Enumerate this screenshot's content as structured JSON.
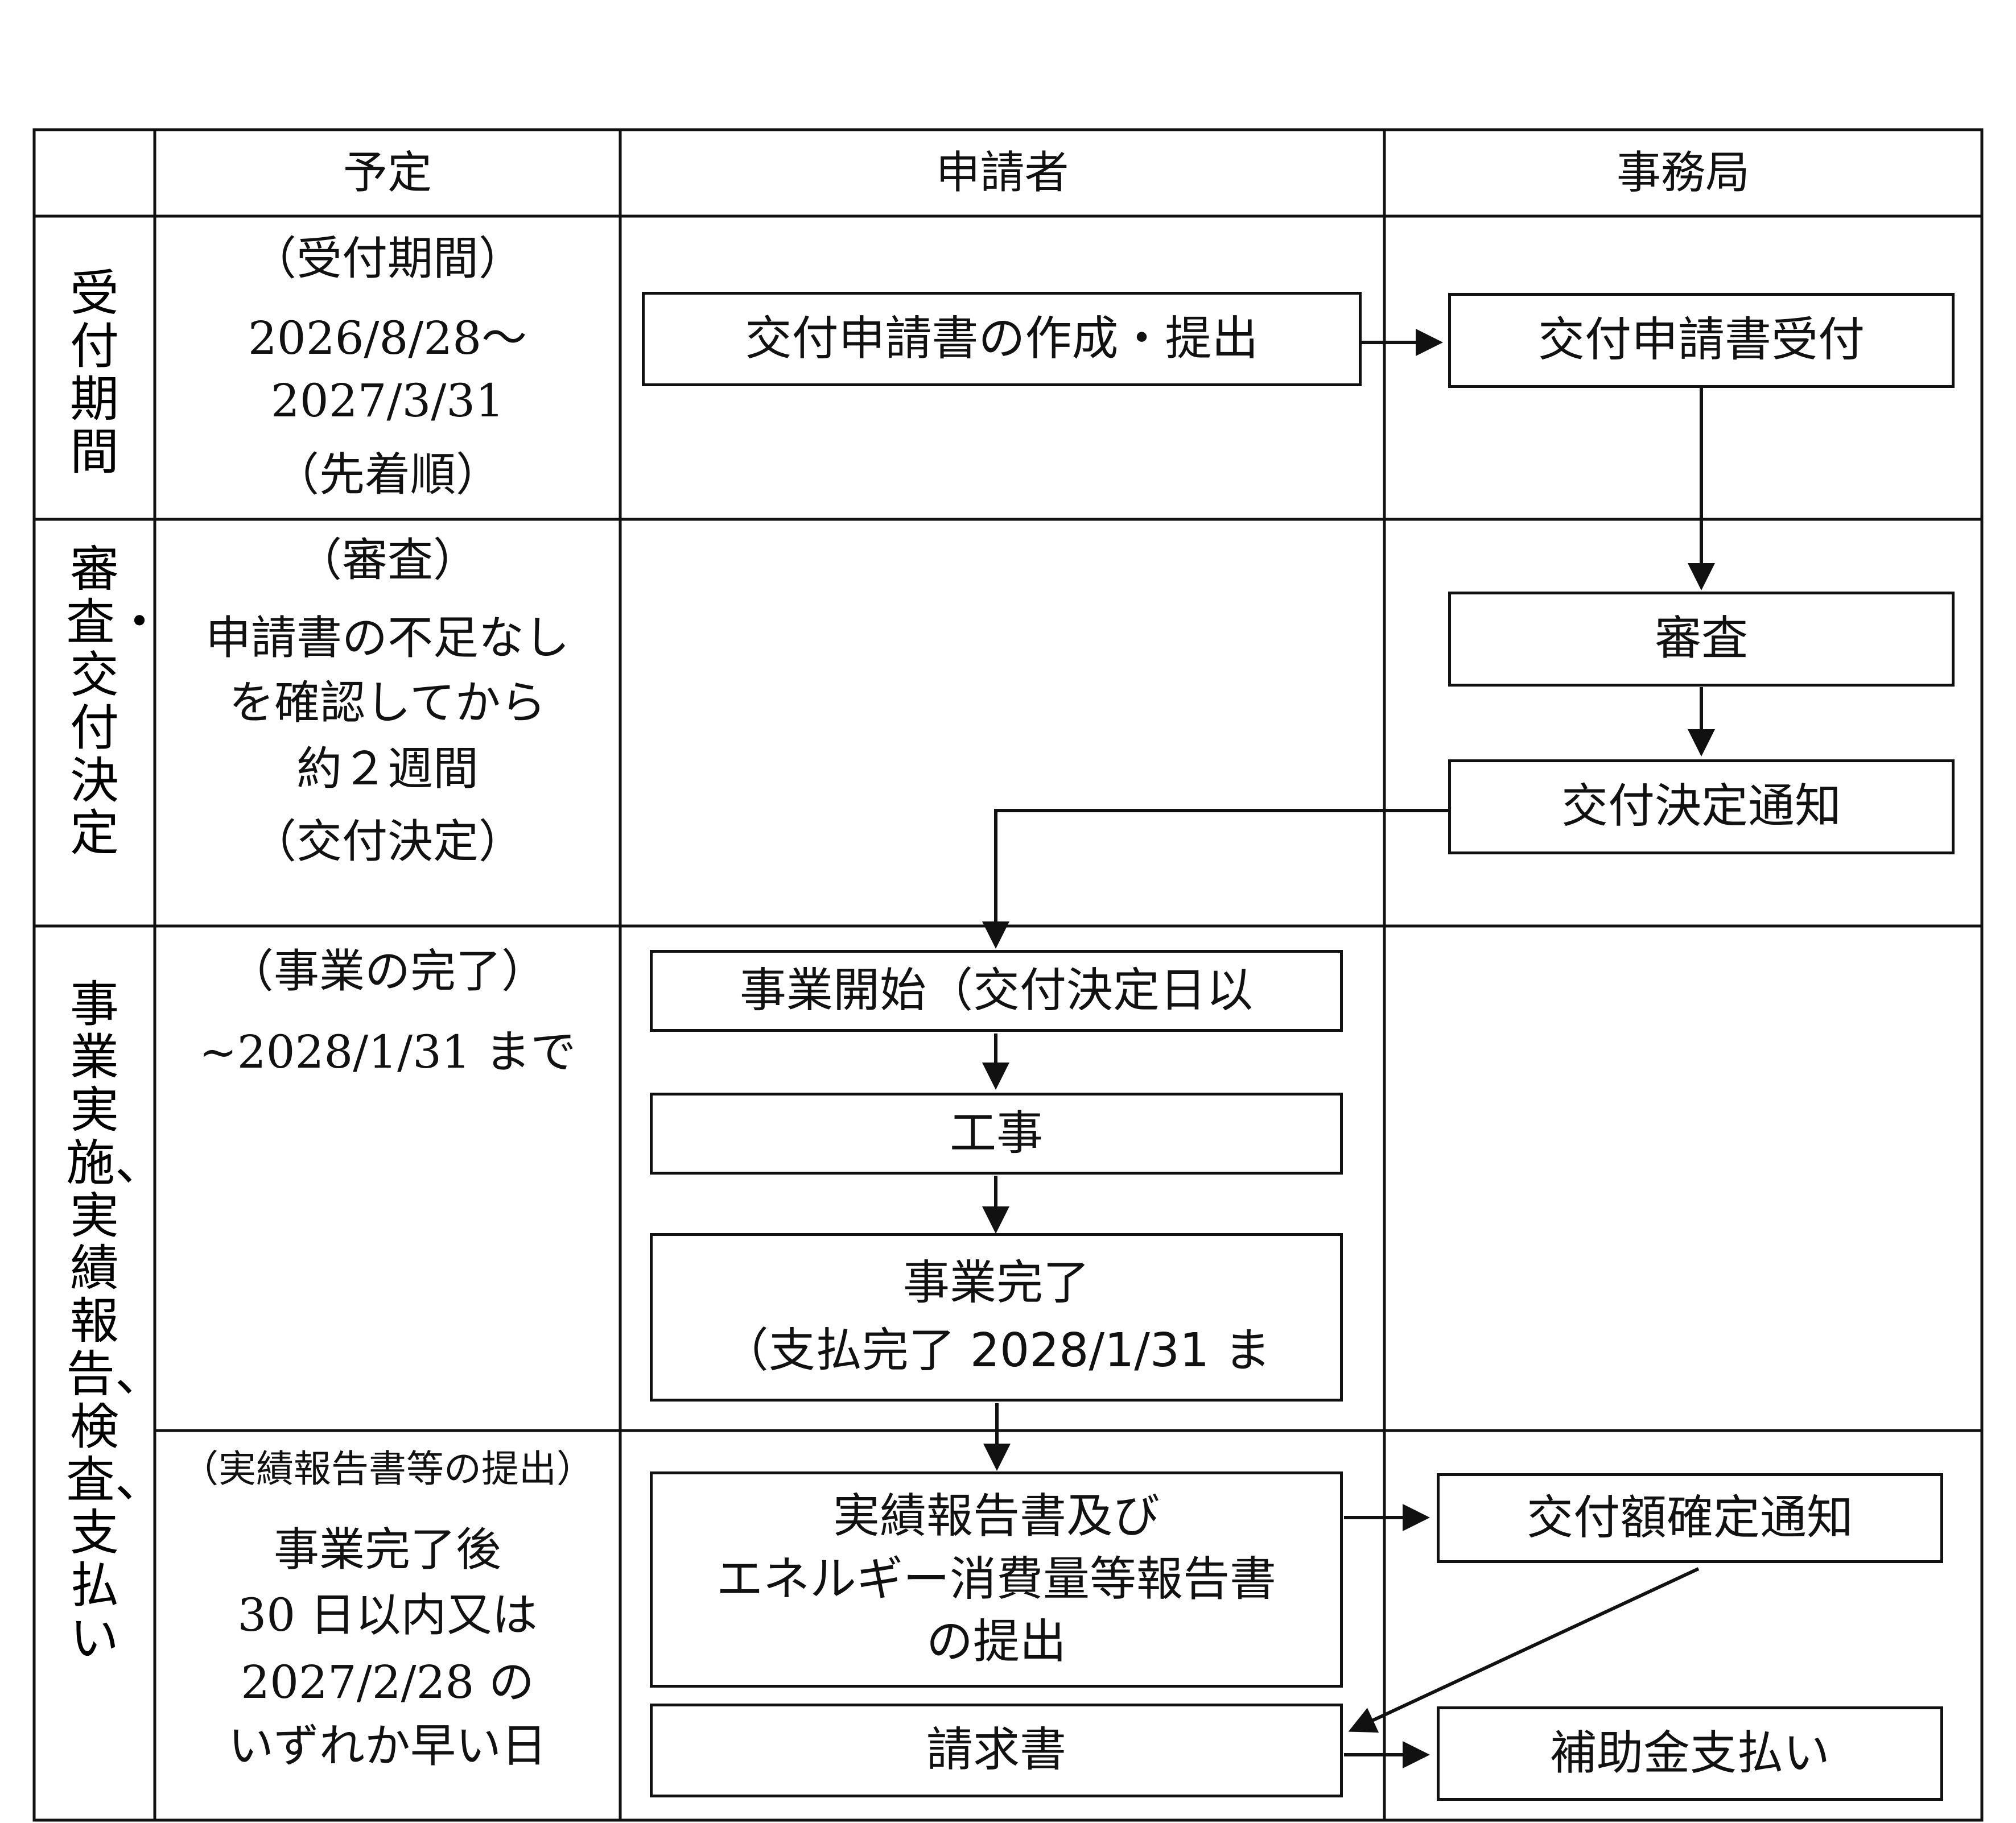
{
  "columns": {
    "schedule": "予定",
    "applicant": "申請者",
    "secretariat": "事務局"
  },
  "phases": {
    "reception": "受付期間",
    "review": "審査・交付決定",
    "implementation": "事業実施、実績報告、検査、支払い"
  },
  "schedule": {
    "reception": [
      "（受付期間）",
      "2026/8/28～",
      "2027/3/31",
      "（先着順）"
    ],
    "review": [
      "（審査）",
      "申請書の不足なし",
      "を確認してから",
      "約２週間",
      "（交付決定）"
    ],
    "completion": [
      "（事業の完了）",
      "~2028/1/31 まで"
    ],
    "report": [
      "（実績報告書等の提出）",
      "事業完了後",
      "30 日以内又は",
      "2027/2/28 の",
      "いずれか早い日"
    ]
  },
  "applicant_boxes": {
    "application": "交付申請書の作成・提出",
    "start": "事業開始（交付決定日以",
    "construction": "工事",
    "completion_line1": "事業完了",
    "completion_line2": "（支払完了 2028/1/31 ま",
    "report_line1": "実績報告書及び",
    "report_line2": "エネルギー消費量等報告書",
    "report_line3": "の提出",
    "invoice": "請求書"
  },
  "secretariat_boxes": {
    "receipt": "交付申請書受付",
    "review": "審査",
    "decision": "交付決定通知",
    "amount": "交付額確定通知",
    "payment": "補助金支払い"
  }
}
